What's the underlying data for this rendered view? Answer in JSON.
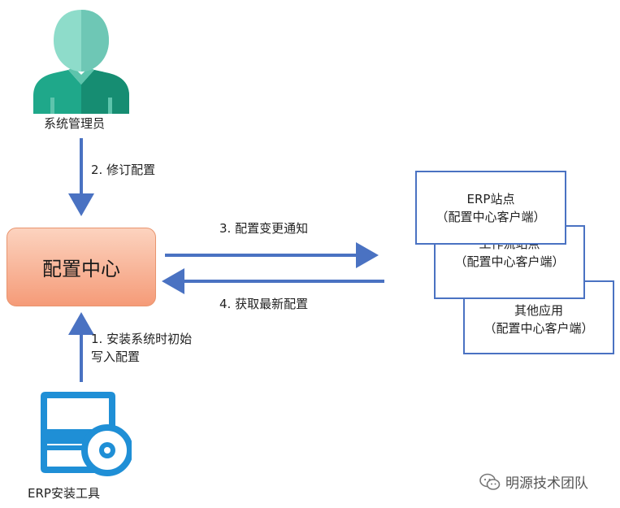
{
  "admin": {
    "label": "系统管理员",
    "skin_color": "#7fd6c4",
    "shirt_color": "#1fa88a"
  },
  "config_center": {
    "label": "配置中心"
  },
  "installer": {
    "label": "ERP安装工具"
  },
  "edges": {
    "revise": "2. 修订配置",
    "notify": "3. 配置变更通知",
    "fetch": "4. 获取最新配置",
    "install_line1": "1. 安装系统时初始",
    "install_line2": "写入配置"
  },
  "clients": [
    {
      "name": "ERP站点",
      "sub": "（配置中心客户端）"
    },
    {
      "name": "工作流站点",
      "sub": "（配置中心客户端）"
    },
    {
      "name": "其他应用",
      "sub": "（配置中心客户端）"
    }
  ],
  "watermark": {
    "text": "明源技术团队"
  },
  "colors": {
    "arrow": "#4a72c2",
    "box_border": "#4a72c2",
    "center_from": "#fcd3bf",
    "center_to": "#f59b78"
  }
}
